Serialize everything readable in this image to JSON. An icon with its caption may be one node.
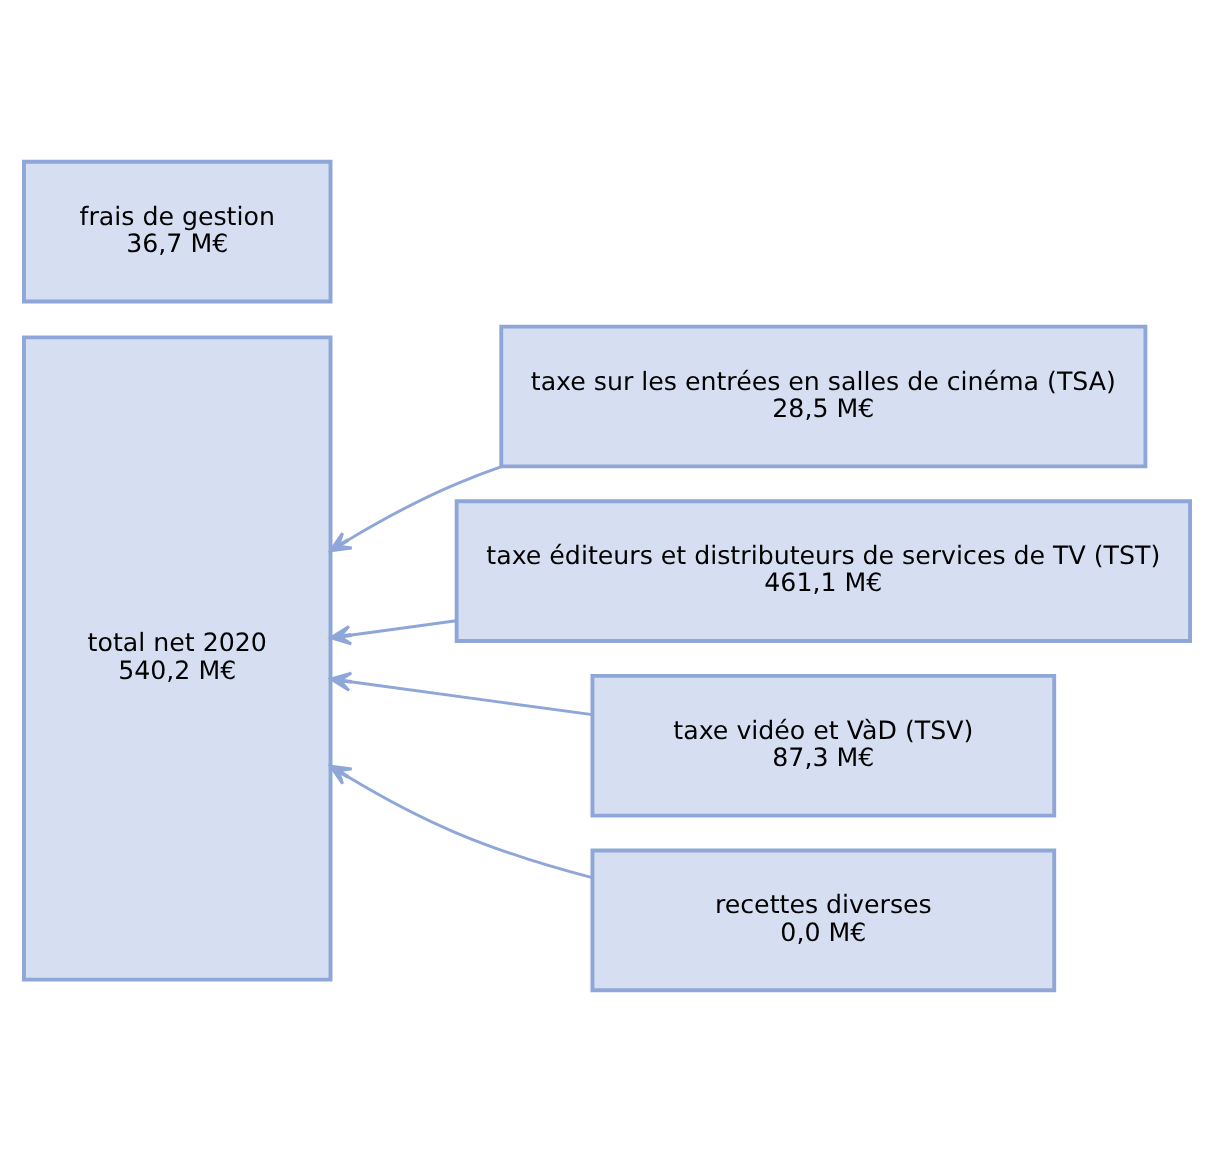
{
  "diagram": {
    "nodes": [
      {
        "text": [
          "frais de gestion",
          "36,7 M€"
        ]
      },
      {
        "text": [
          "total net 2020",
          "540,2 M€"
        ]
      },
      {
        "text": [
          "taxe sur les entrées en salles de cinéma (TSA)",
          "28,5 M€"
        ]
      },
      {
        "text": [
          "taxe éditeurs et distributeurs de services de TV (TST)",
          "461,1 M€"
        ]
      },
      {
        "text": [
          "taxe vidéo et VàD (TSV)",
          "87,3 M€"
        ]
      },
      {
        "text": [
          "recettes diverses",
          "0,0 M€"
        ]
      }
    ],
    "edges": [
      {
        "from": 2,
        "to": 1,
        "arrow": "to"
      },
      {
        "from": 3,
        "to": 1,
        "arrow": "to"
      },
      {
        "from": 4,
        "to": 1,
        "arrow": "to"
      },
      {
        "from": 5,
        "to": 1,
        "arrow": "to"
      }
    ]
  }
}
